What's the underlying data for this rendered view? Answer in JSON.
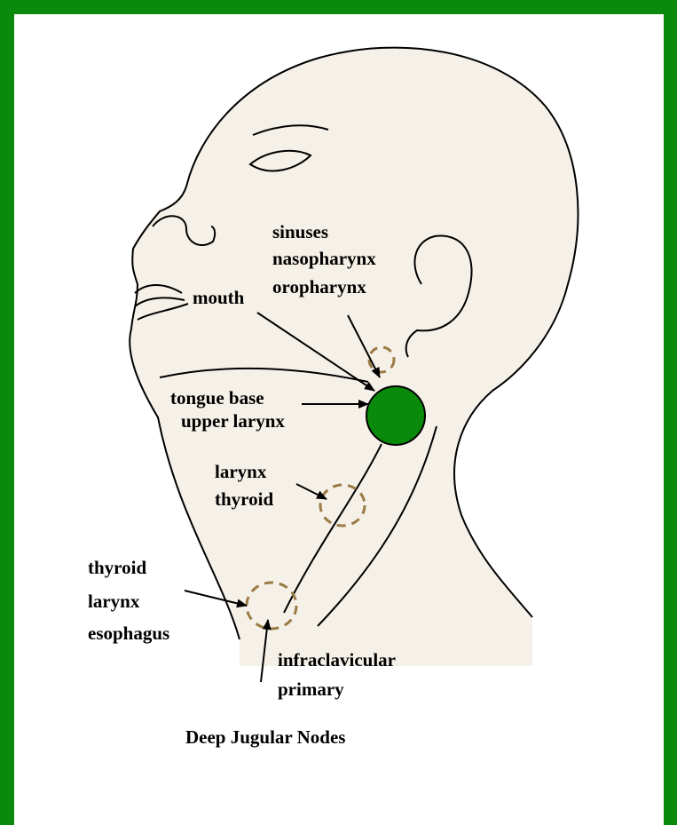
{
  "diagram": {
    "caption": "Deep Jugular Nodes",
    "labels": {
      "sinuses": "sinuses",
      "nasopharynx": "nasopharynx",
      "oropharynx": "oropharynx",
      "mouth": "mouth",
      "tongue_base": "tongue base",
      "upper_larynx": "upper larynx",
      "larynx_1": "larynx",
      "thyroid_1": "thyroid",
      "thyroid_2": "thyroid",
      "larynx_2": "larynx",
      "esophagus": "esophagus",
      "infraclavicular": "infraclavicular",
      "primary": "primary"
    },
    "colors": {
      "frame": "#0a8a0a",
      "node_fill": "#0a8a0a",
      "skin": "#f6f1e8",
      "dashed_node": "#9b7a45"
    }
  }
}
